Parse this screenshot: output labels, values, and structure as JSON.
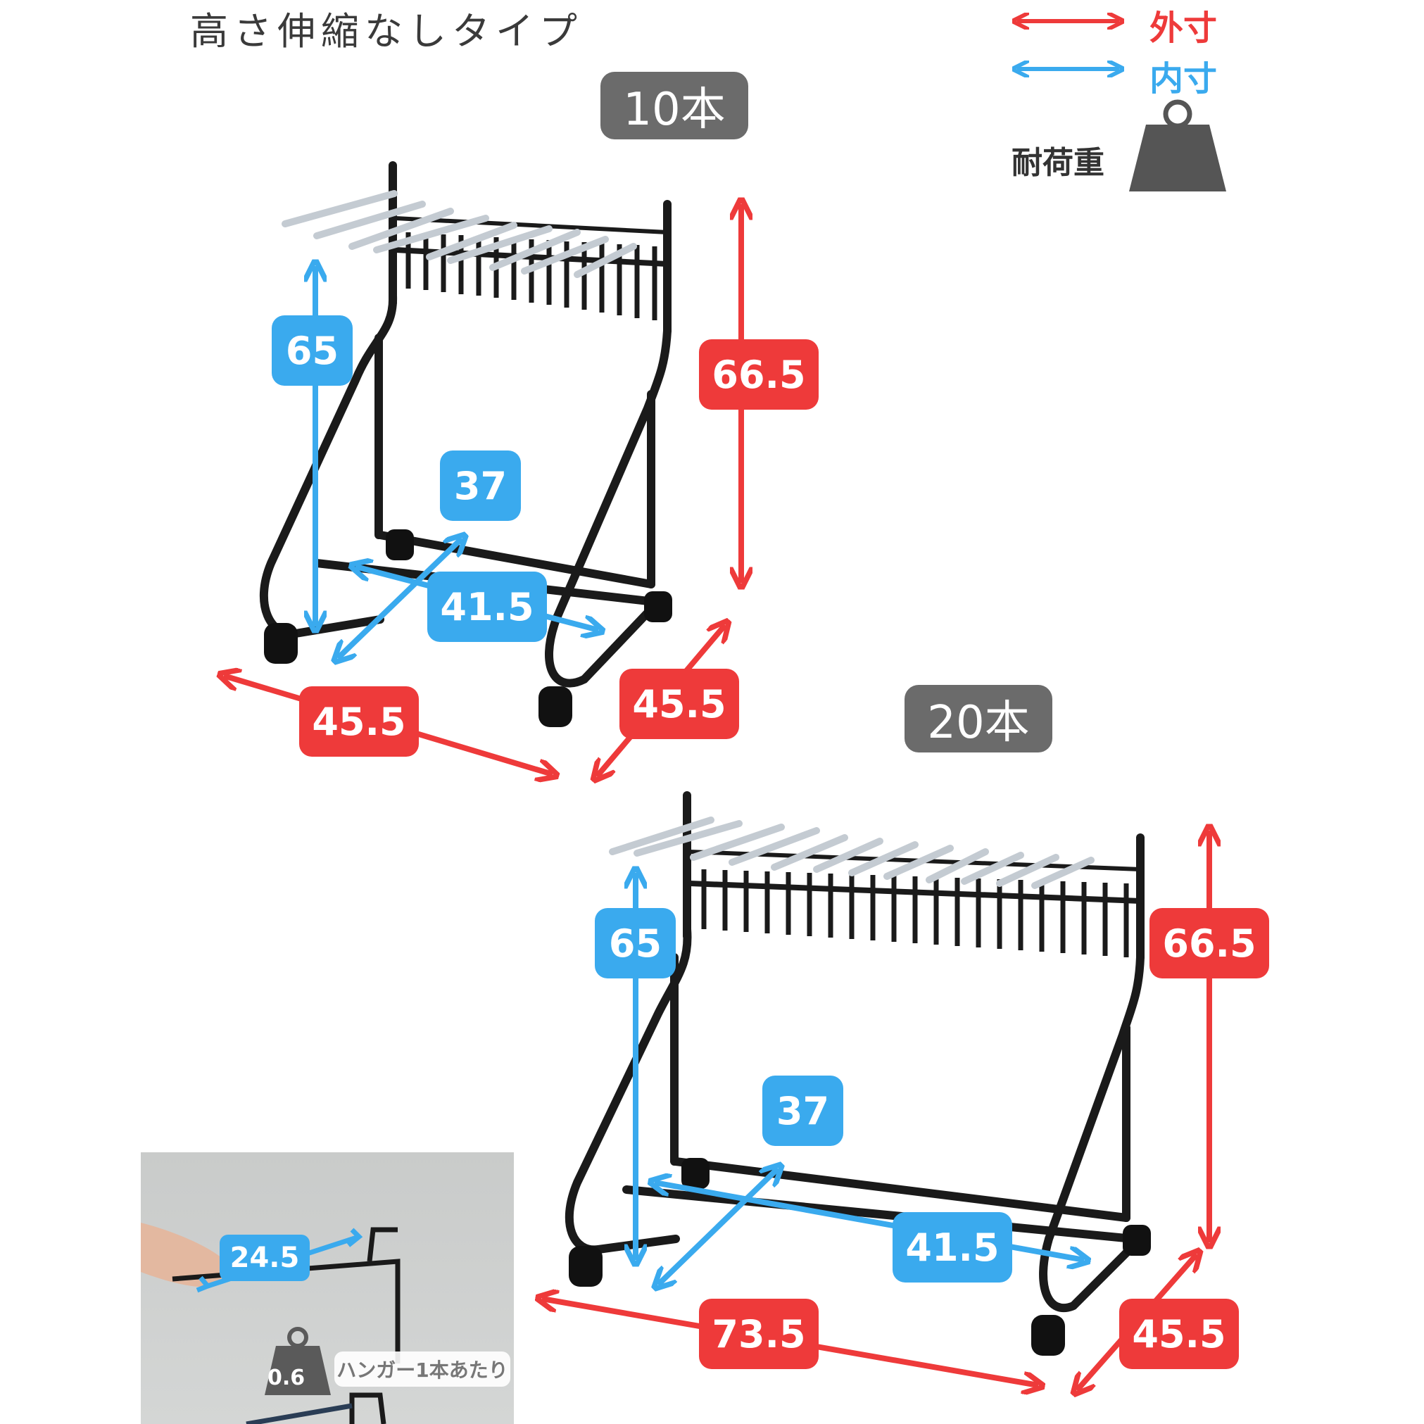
{
  "title": "高さ伸縮なしタイプ",
  "legend": {
    "outer_label": "外寸",
    "inner_label": "内寸",
    "load_label": "耐荷重",
    "outer_color": "#ee3a3a",
    "inner_color": "#3aaaee",
    "weight_icon": "weight-icon"
  },
  "rack10": {
    "label": "10本",
    "inner_height": "65",
    "outer_height": "66.5",
    "inner_depth": "37",
    "inner_width": "41.5",
    "outer_width": "45.5",
    "outer_depth": "45.5"
  },
  "rack20": {
    "label": "20本",
    "inner_height": "65",
    "outer_height": "66.5",
    "inner_depth": "37",
    "inner_width": "41.5",
    "outer_width": "73.5",
    "outer_depth": "45.5"
  },
  "hanger": {
    "length": "24.5",
    "load": "0.6",
    "load_note": "ハンガー1本あたり"
  }
}
